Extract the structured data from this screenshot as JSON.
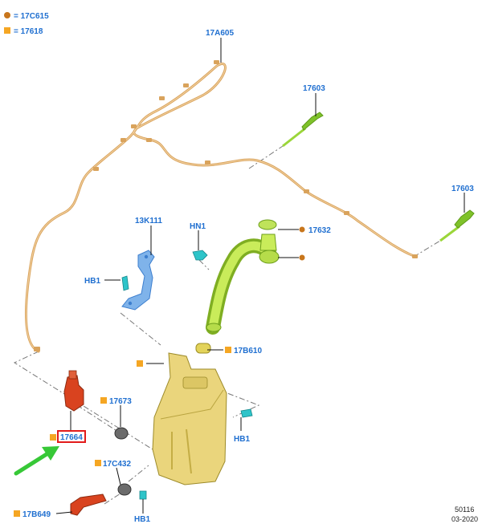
{
  "legend": [
    {
      "symbol": "circle-marker-icon",
      "color": "#c8761c",
      "text": "= 17C615"
    },
    {
      "symbol": "square-marker-icon",
      "color": "#f5a623",
      "text": "= 17618"
    }
  ],
  "colors": {
    "label": "#1f6fd0",
    "hose": "#d9a35c",
    "green_part": "#9bd63a",
    "yellow_part": "#e0d07a",
    "red_part": "#d9431f",
    "cyan_part": "#2ec4c9",
    "blue_bracket": "#6aa3e0",
    "highlight_box": "#e21b1b",
    "arrow": "#37c837"
  },
  "labels": {
    "l_17a605": "17A605",
    "l_17603_top": "17603",
    "l_17603_right": "17603",
    "l_13k111": "13K111",
    "l_hn1": "HN1",
    "l_17632": "17632",
    "l_hb1_left": "HB1",
    "l_17b610": "17B610",
    "l_17673": "17673",
    "l_hb1_right": "HB1",
    "l_17664": "17664",
    "l_17c432": "17C432",
    "l_17b649": "17B649",
    "l_hb1_bottom": "HB1"
  },
  "reference": {
    "code": "50116",
    "date": "03-2020"
  }
}
